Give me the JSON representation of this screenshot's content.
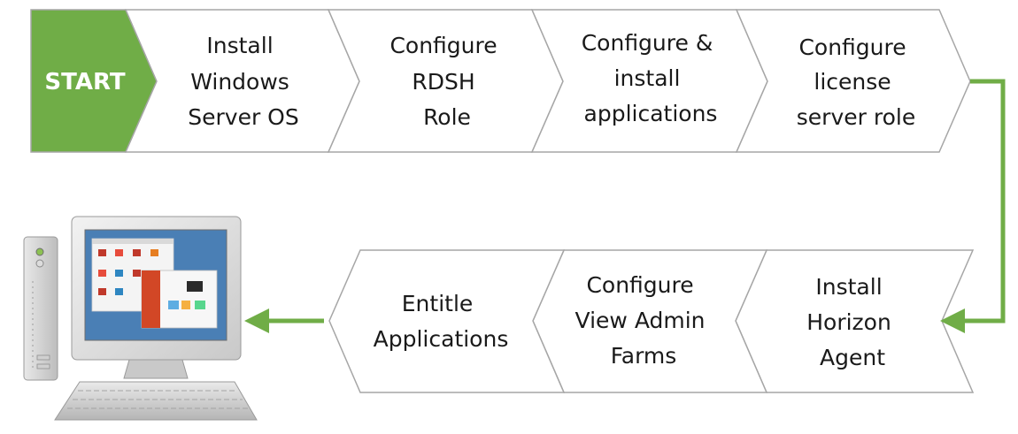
{
  "diagram": {
    "start": {
      "label": "START",
      "fill": "#70ad47"
    },
    "top_row": [
      {
        "lines": [
          "Install",
          "Windows",
          "Server OS"
        ]
      },
      {
        "lines": [
          "Configure",
          "RDSH",
          "Role"
        ]
      },
      {
        "lines": [
          "Configure &",
          "install",
          "applications"
        ]
      },
      {
        "lines": [
          "Configure",
          "license",
          "server role"
        ]
      }
    ],
    "bottom_row": [
      {
        "lines": [
          "Install",
          "Horizon",
          "Agent"
        ]
      },
      {
        "lines": [
          "Configure",
          "View Admin",
          "Farms"
        ]
      },
      {
        "lines": [
          "Entitle",
          "Applications"
        ]
      }
    ],
    "colors": {
      "chevron_fill": "#ffffff",
      "chevron_stroke": "#a6a6a6",
      "connector": "#70ad47",
      "text": "#1a1a1a"
    },
    "illustration": {
      "icon": "desktop-computer-icon"
    }
  }
}
